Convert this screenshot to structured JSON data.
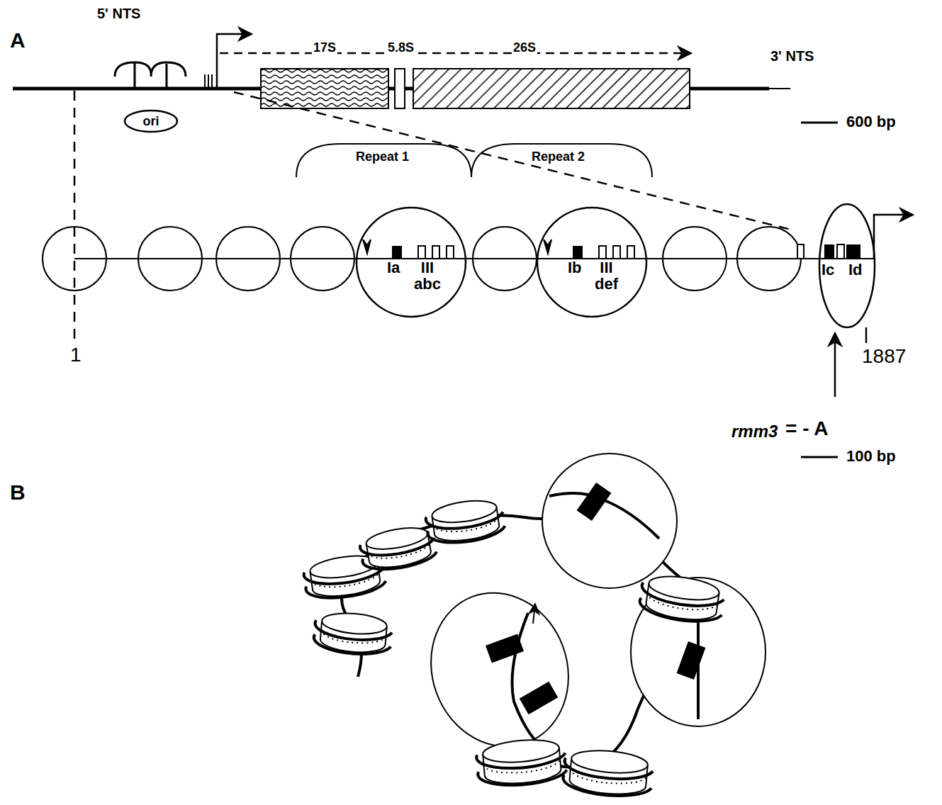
{
  "diagram": {
    "nodes": [
      {
        "text": [
          "ori"
        ]
      },
      {
        "text": [
          "Ia",
          "III abc"
        ]
      },
      {
        "text": [
          "Ib",
          "III def"
        ]
      },
      {
        "text": [
          "Ic",
          "Id"
        ]
      }
    ],
    "labels": [
      "A",
      "5' NTS",
      "3' NTS",
      "17S",
      "5.8S",
      "26S",
      "600 bp",
      "Repeat 1",
      "Repeat 2",
      "1",
      "1887",
      "rmm3",
      "= - A",
      "100 bp",
      "B"
    ]
  }
}
